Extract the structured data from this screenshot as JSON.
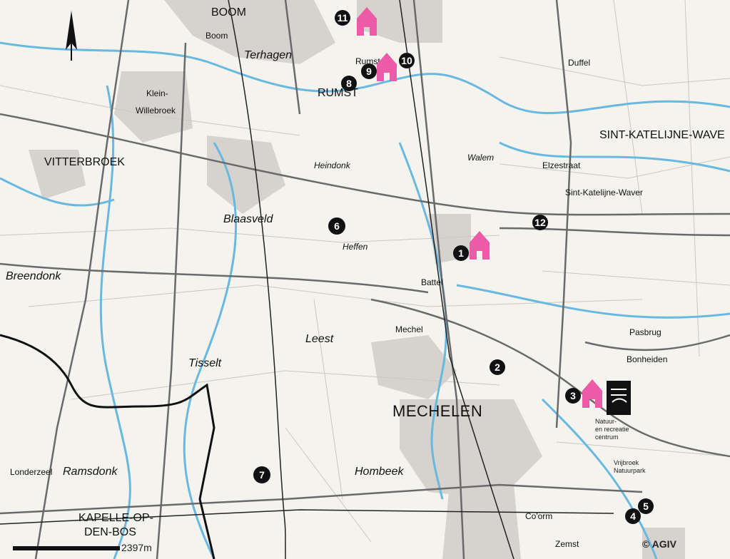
{
  "places": {
    "boom": "BOOM",
    "boom_small": "Boom",
    "terhagen": "Terhagen",
    "rumst": "RUMST",
    "rumst_small": "Rumst",
    "duffel": "Duffel",
    "klein_willebroek": "Klein-\nWillebroek",
    "vitterbroek": "VITTERBROEK",
    "heindonk": "Heindonk",
    "blaasveld": "Blaasveld",
    "hoffen": "Heffen",
    "walem": "Walem",
    "elzestraat": "Elzestraat",
    "sint_katelijne_waver_big": "SINT-KATELIJNE-WAVE",
    "sint_katelijne_waver_small": "Sint-Katelijne-Waver",
    "breendonk": "Breendonk",
    "leest": "Leest",
    "tisselt": "Tisselt",
    "mechelen": "MECHELEN",
    "hombeek": "Hombeek",
    "ramsdonk": "Ramsdonk",
    "londerzeel": "Londerzeel",
    "kapelle_op_den_bos": "KAPELLE-OP-\nDEN-BOS",
    "pasbrug": "Pasbrug",
    "bonheiden": "Bonheiden",
    "zemst": "Zemst",
    "colorma": "Co'orm",
    "battel": "Battel",
    "mechelen_small": "Mechel"
  },
  "markers": [
    {
      "id": "marker-1",
      "label": "1"
    },
    {
      "id": "marker-2",
      "label": "2"
    },
    {
      "id": "marker-3",
      "label": "3"
    },
    {
      "id": "marker-4",
      "label": "4"
    },
    {
      "id": "marker-5",
      "label": "5"
    },
    {
      "id": "marker-6",
      "label": "6"
    },
    {
      "id": "marker-7",
      "label": "7"
    },
    {
      "id": "marker-8",
      "label": "8"
    },
    {
      "id": "marker-9",
      "label": "9"
    },
    {
      "id": "marker-10",
      "label": "10"
    },
    {
      "id": "marker-11",
      "label": "11"
    },
    {
      "id": "marker-12",
      "label": "12"
    }
  ],
  "legend": {
    "line1": "Natuur-",
    "line2": "en recreatie",
    "line3": "centrum",
    "line4": "Vrijbroek",
    "line5": "Natuurpark"
  },
  "scale_label": "2397m",
  "copyright": "© AGIV",
  "colors": {
    "home_marker": "#ec5aa8",
    "marker": "#111111",
    "water": "#69b8e0",
    "road": "#5a5a5a",
    "urban": "#d0cdc8"
  }
}
